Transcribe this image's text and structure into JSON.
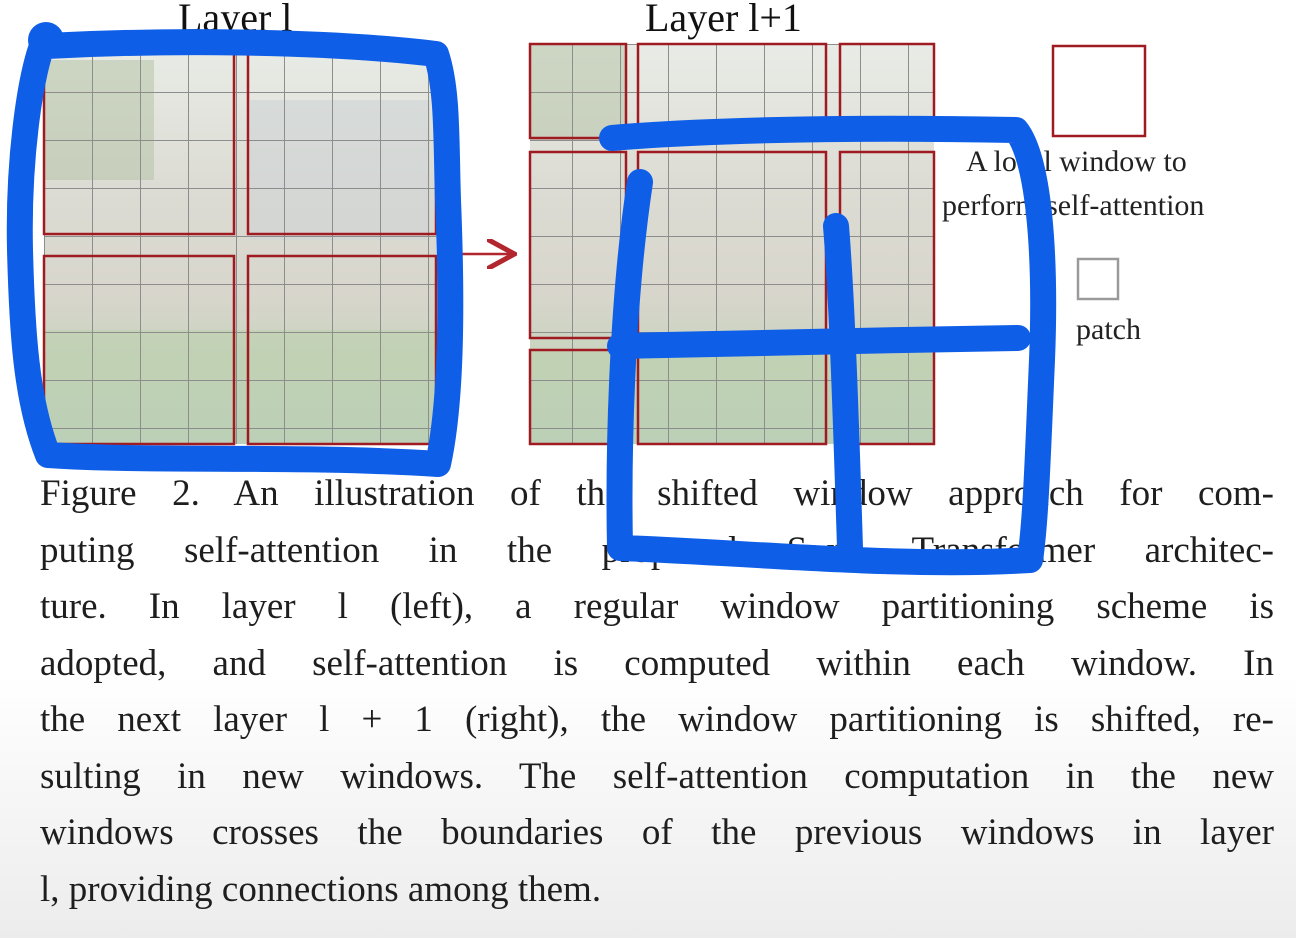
{
  "figure": {
    "layer_left_title": "Layer l",
    "layer_right_title": "Layer l+1",
    "legend": {
      "window_line1": "A local window to",
      "window_line2": "perform self-attention",
      "patch_label": "patch"
    },
    "colors": {
      "window_border": "#a01a22",
      "patch_grid": "#8a8a8a",
      "arrow": "#b3262e",
      "ink_annotation": "#0f5ee8"
    }
  },
  "caption": {
    "lines": [
      "Figure 2. An illustration of the shifted window approach for com-",
      "puting self-attention in the proposed Swin Transformer architec-",
      "ture.  In layer l (left), a regular window partitioning scheme is",
      "adopted, and self-attention is computed within each window.  In",
      "the next layer l + 1 (right), the window partitioning is shifted, re-",
      "sulting in new windows. The self-attention computation in the new",
      "windows crosses the boundaries of the previous windows in layer",
      "l, providing connections among them."
    ]
  }
}
